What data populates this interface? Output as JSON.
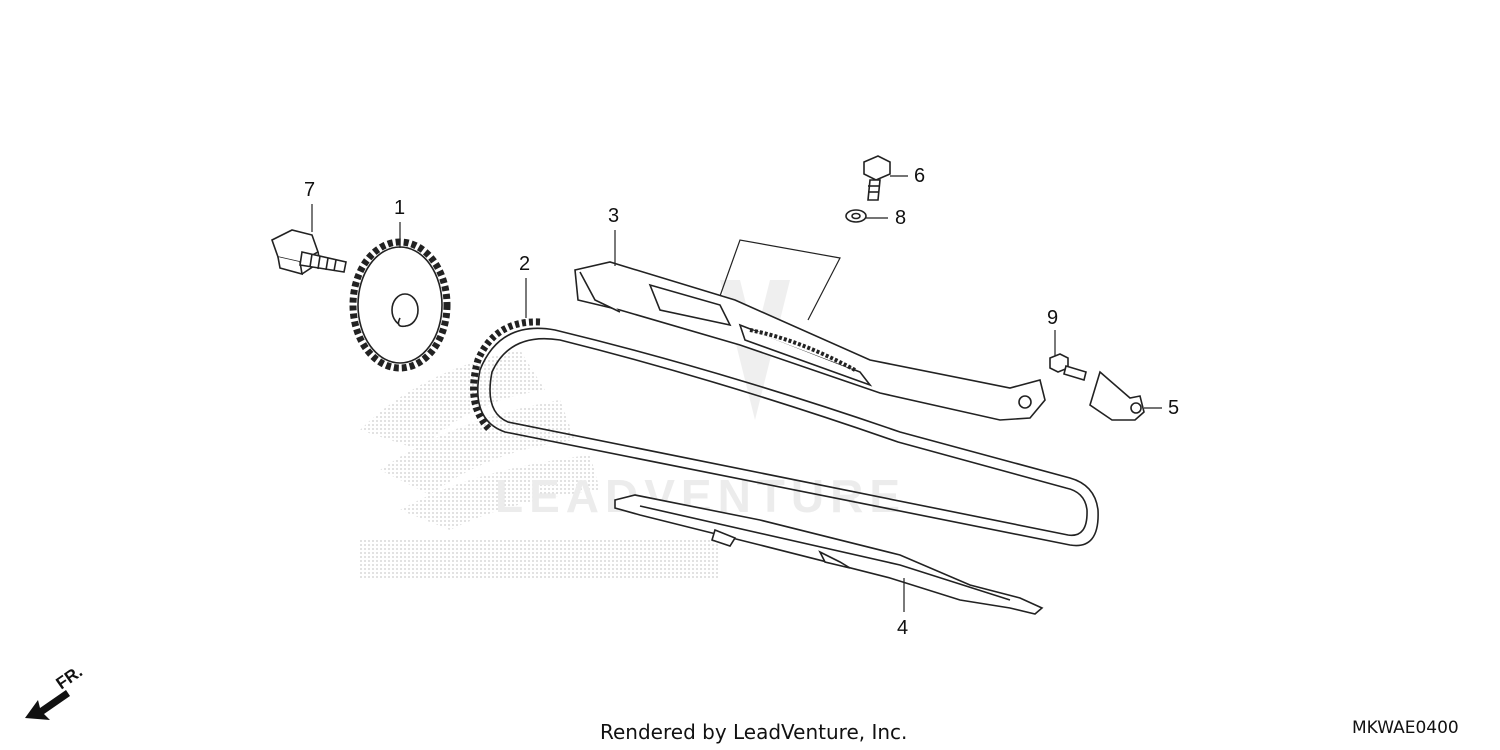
{
  "callouts": {
    "c1": "1",
    "c2": "2",
    "c3": "3",
    "c4": "4",
    "c5": "5",
    "c6": "6",
    "c7": "7",
    "c8": "8",
    "c9": "9"
  },
  "direction_label": "FR.",
  "footer": {
    "credit": "Rendered by LeadVenture, Inc.",
    "diagram_code": "MKWAE0400"
  }
}
